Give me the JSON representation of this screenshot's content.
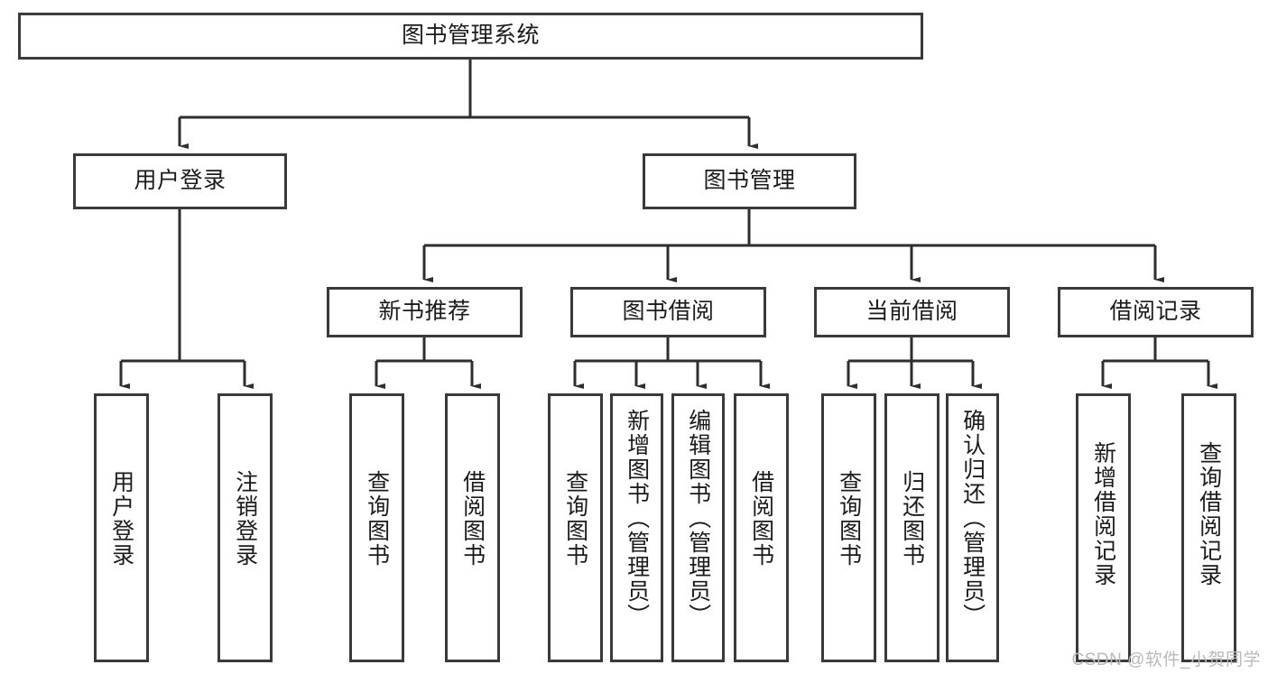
{
  "diagram": {
    "title": "图书管理系统",
    "watermark": "CSDN @软件_小贺同学",
    "levels": {
      "level1": [
        {
          "id": "root",
          "label": "图书管理系统"
        }
      ],
      "level2": [
        {
          "id": "user-login",
          "label": "用户登录"
        },
        {
          "id": "book-management",
          "label": "图书管理"
        }
      ],
      "level3": [
        {
          "id": "new-book-recommend",
          "label": "新书推荐"
        },
        {
          "id": "book-borrow",
          "label": "图书借阅"
        },
        {
          "id": "current-borrow",
          "label": "当前借阅"
        },
        {
          "id": "borrow-record",
          "label": "借阅记录"
        }
      ],
      "level4": [
        {
          "id": "leaf-user-login",
          "label": "用户登录",
          "parent": "user-login"
        },
        {
          "id": "leaf-logout-login",
          "label": "注销登录",
          "parent": "user-login"
        },
        {
          "id": "leaf-query-book-1",
          "label": "查询图书",
          "parent": "new-book-recommend"
        },
        {
          "id": "leaf-borrow-book-1",
          "label": "借阅图书",
          "parent": "new-book-recommend"
        },
        {
          "id": "leaf-query-book-2",
          "label": "查询图书",
          "parent": "book-borrow"
        },
        {
          "id": "leaf-add-book",
          "label": "新增图书（管理员）",
          "parent": "book-borrow"
        },
        {
          "id": "leaf-edit-book",
          "label": "编辑图书（管理员）",
          "parent": "book-borrow"
        },
        {
          "id": "leaf-borrow-book-2",
          "label": "借阅图书",
          "parent": "book-borrow"
        },
        {
          "id": "leaf-query-book-3",
          "label": "查询图书",
          "parent": "current-borrow"
        },
        {
          "id": "leaf-return-book",
          "label": "归还图书",
          "parent": "current-borrow"
        },
        {
          "id": "leaf-confirm-return",
          "label": "确认归还（管理员）",
          "parent": "current-borrow"
        },
        {
          "id": "leaf-add-record",
          "label": "新增借阅记录",
          "parent": "borrow-record"
        },
        {
          "id": "leaf-query-record",
          "label": "查询借阅记录",
          "parent": "borrow-record"
        }
      ]
    },
    "colors": {
      "border": "#3a3a3a",
      "background": "#ffffff",
      "text": "#1b1b1b",
      "watermark": "#b9b9b9"
    }
  }
}
